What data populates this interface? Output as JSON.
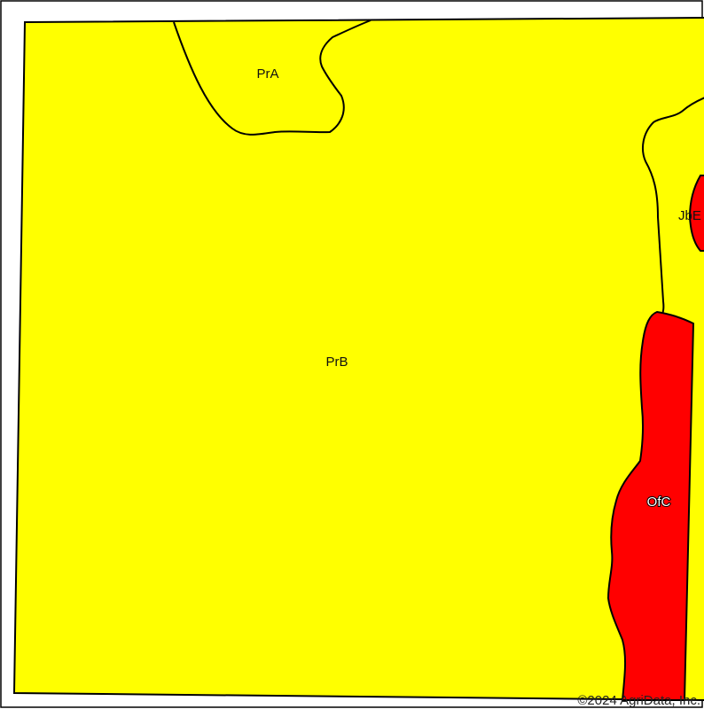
{
  "map": {
    "colors": {
      "yellow_unit": "#ffff00",
      "red_unit": "#ff0000",
      "boundary": "#000000",
      "background": "#ffffff"
    },
    "units": [
      {
        "symbol": "PrA",
        "color": "#ffff00"
      },
      {
        "symbol": "PrB",
        "color": "#ffff00"
      },
      {
        "symbol": "OfC",
        "color": "#ff0000"
      },
      {
        "symbol": "JbE",
        "color": "#ff0000"
      }
    ],
    "labels": {
      "pra": "PrA",
      "prb": "PrB",
      "ofc": "OfC",
      "jbe": "JbE"
    },
    "copyright": "©2024 AgriData, Inc."
  }
}
